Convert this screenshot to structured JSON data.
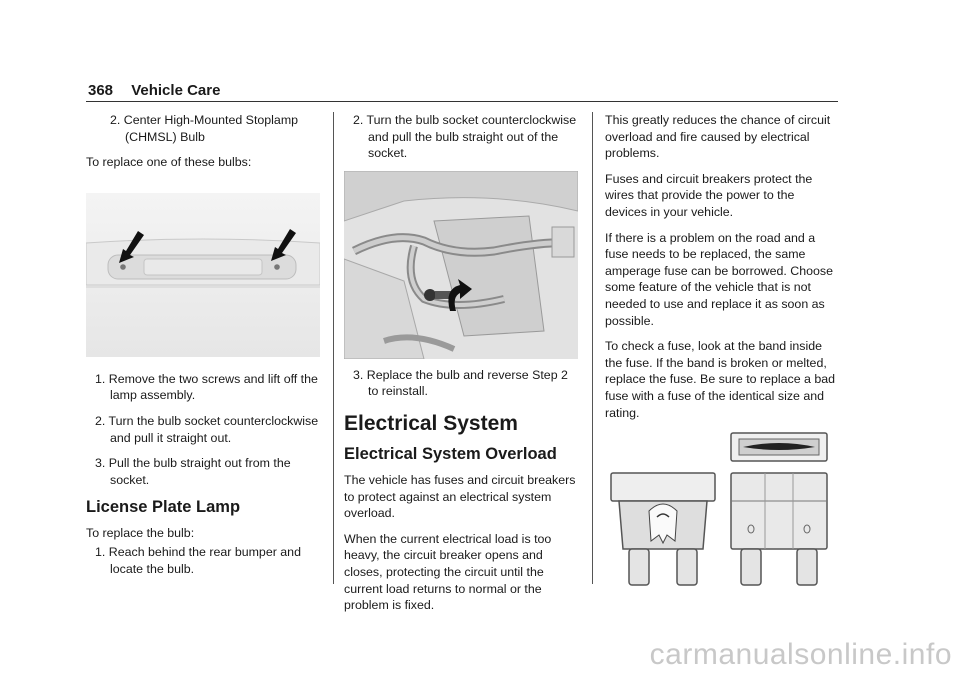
{
  "header": {
    "page_number": "368",
    "section": "Vehicle Care"
  },
  "col1": {
    "step_top": "2.  Center High-Mounted Stoplamp (CHMSL) Bulb",
    "intro": "To replace one of these bulbs:",
    "steps": [
      "1.  Remove the two screws and lift off the lamp assembly.",
      "2.  Turn the bulb socket counterclockwise and pull it straight out.",
      "3.  Pull the bulb straight out from the socket."
    ],
    "heading": "License Plate Lamp",
    "intro2": "To replace the bulb:",
    "step_b1": "1.  Reach behind the rear bumper and locate the bulb."
  },
  "col2": {
    "step2": "2.  Turn the bulb socket counterclockwise and pull the bulb straight out of the socket.",
    "step3": "3.  Replace the bulb and reverse Step 2 to reinstall.",
    "section_heading": "Electrical System",
    "sub_heading": "Electrical System Overload",
    "p1": "The vehicle has fuses and circuit breakers to protect against an electrical system overload.",
    "p2": "When the current electrical load is too heavy, the circuit breaker opens and closes, protecting the circuit until the current load returns to normal or the problem is fixed."
  },
  "col3": {
    "p1": "This greatly reduces the chance of circuit overload and fire caused by electrical problems.",
    "p2": "Fuses and circuit breakers protect the wires that provide the power to the devices in your vehicle.",
    "p3": "If there is a problem on the road and a fuse needs to be replaced, the same amperage fuse can be borrowed. Choose some feature of the vehicle that is not needed to use and replace it as soon as possible.",
    "p4": "To check a fuse, look at the band inside the fuse. If the band is broken or melted, replace the fuse. Be sure to replace a bad fuse with a fuse of the identical size and rating."
  },
  "watermark": "carmanualsonline.info"
}
